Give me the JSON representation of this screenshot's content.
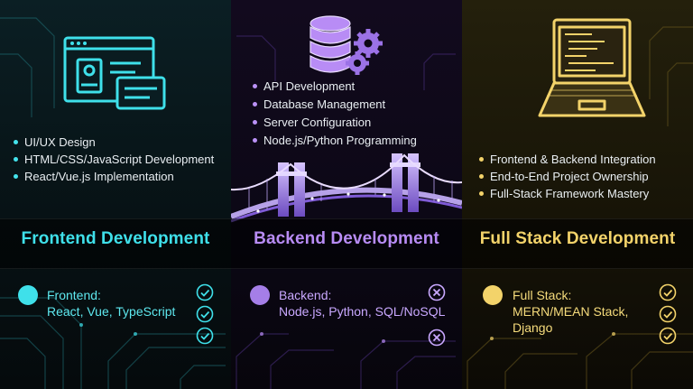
{
  "columns": [
    {
      "id": "frontend",
      "accent": "#3fe0ea",
      "icon": "browser-window-icon",
      "features": [
        "UI/UX Design",
        "HTML/CSS/JavaScript Development",
        "React/Vue.js Implementation"
      ],
      "title": "Frontend Development",
      "tech": {
        "label": "Frontend:",
        "line1": "React, Vue, TypeScript"
      },
      "status_icons": [
        "check-icon",
        "check-icon",
        "check-icon"
      ]
    },
    {
      "id": "backend",
      "accent": "#b88cf5",
      "icon": "database-gears-icon",
      "features": [
        "API Development",
        "Database Management",
        "Server Configuration",
        "Node.js/Python Programming"
      ],
      "title": "Backend Development",
      "tech": {
        "label": "Backend:",
        "line1": "Node.js, Python, SQL/NoSQL"
      },
      "status_icons": [
        "x-icon",
        "x-icon"
      ]
    },
    {
      "id": "fullstack",
      "accent": "#f3d36a",
      "icon": "laptop-code-icon",
      "features": [
        "Frontend & Backend Integration",
        "End-to-End Project Ownership",
        "Full-Stack Framework Mastery"
      ],
      "title": "Full Stack Development",
      "tech": {
        "label": "Full Stack:",
        "line1": "MERN/MEAN Stack,",
        "line2": "Django"
      },
      "status_icons": [
        "check-icon",
        "check-icon",
        "check-icon"
      ]
    }
  ]
}
